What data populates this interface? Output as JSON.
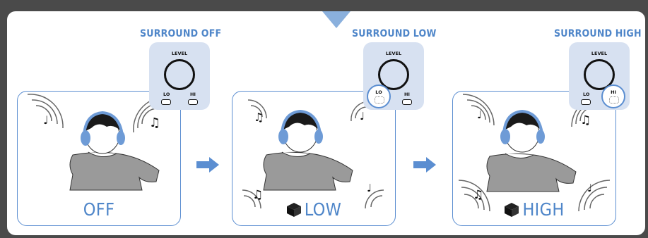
{
  "modes": [
    {
      "title": "SURROUND OFF",
      "label": "OFF",
      "selected_switch": "none"
    },
    {
      "title": "SURROUND LOW",
      "label": "LOW",
      "selected_switch": "LO"
    },
    {
      "title": "SURROUND HIGH",
      "label": "HIGH",
      "selected_switch": "HI"
    }
  ],
  "panel": {
    "level_label": "LEVEL",
    "lo_label": "LO",
    "hi_label": "HI"
  },
  "colors": {
    "accent": "#5b8ed1",
    "panel": "#d7e1f1",
    "frame": "#4a4a4a",
    "person": "#9a9a9a",
    "headphones": "#6e9bd6"
  },
  "icons": [
    "music-note-icon",
    "sound-wave-icon",
    "cube-icon",
    "right-arrow-icon",
    "headphones-icon"
  ]
}
